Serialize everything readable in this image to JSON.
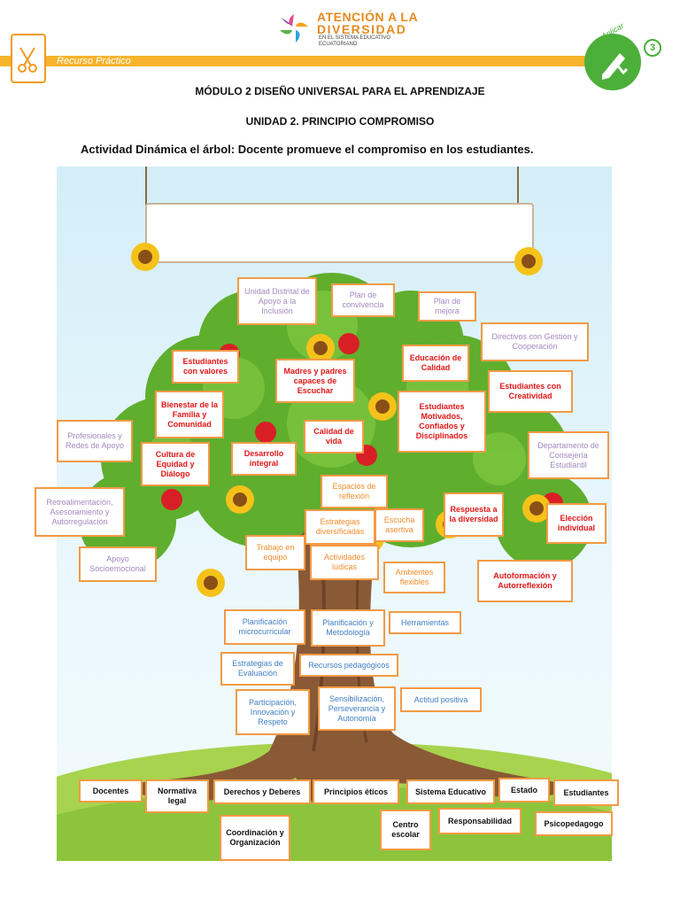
{
  "header": {
    "logo_line1": "ATENCIÓN A LA",
    "logo_line2": "DIVERSIDAD",
    "logo_sub": "EN EL SISTEMA EDUCATIVO ECUATORIANO",
    "band_label": "Recurso Práctico",
    "badge_label": "Aplicar",
    "badge_number": "3"
  },
  "titles": {
    "module": "MÓDULO 2 DISEÑO UNIVERSAL PARA EL APRENDIZAJE",
    "unit": "UNIDAD 2. PRINCIPIO COMPROMISO",
    "activity": "Actividad Dinámica el árbol: Docente promueve el compromiso en los estudiantes."
  },
  "tree_labels": {
    "unidad_distrital": "Unidad Distrital de Apoyo a la Inclusión",
    "plan_convivencia": "Plan de convivencia",
    "plan_mejora": "Plan de mejora",
    "directivos": "Directivos con Gestión y Cooperación",
    "estudiantes_valores": "Estudiantes con valores",
    "madres_padres": "Madres y padres capaces de Escuchar",
    "educacion_calidad": "Educación de Calidad",
    "estudiantes_creatividad": "Estudiantes con Creatividad",
    "bienestar": "Bienestar de la Familia y Comunidad",
    "estudiantes_motivados": "Estudiantes Motivados, Confiados y Disciplinados",
    "calidad_vida": "Calidad de vida",
    "profesionales": "Profesionales y Redes de Apoyo",
    "cultura_equidad": "Cultura de Equidad y Diálogo",
    "desarrollo_integral": "Desarrollo integral",
    "departamento": "Departamento de Consejería Estudiantil",
    "espacios_reflexion": "Espacios de reflexión",
    "retroalimentacion": "Retroalimentación, Asesoramiento y Autorregulación",
    "respuesta_diversidad": "Respuesta a la diversidad",
    "eleccion_individual": "Elección individual",
    "estrategias_diversificadas": "Estrategias diversificadas",
    "escucha_asertiva": "Escucha asertiva",
    "trabajo_equipo": "Trabajo en equipo",
    "actividades_ludicas": "Actividades lúdicas",
    "apoyo_socioemocional": "Apoyo Socioemocional",
    "ambientes_flexibles": "Ambientes flexibles",
    "autoformacion": "Autoformación y Autorreflexión",
    "planificacion_micro": "Planificación microcurricular",
    "planificacion_metodologia": "Planificación y Metodología",
    "herramientas": "Herramientas",
    "estrategias_evaluacion": "Estrategias de Evaluación",
    "recursos_pedagogicos": "Recursos pedagógicos",
    "participacion": "Participación, Innovación y Respeto",
    "sensibilizacion": "Sensibilización, Perseverancia y Autonomía",
    "actitud_positiva": "Actitud positiva",
    "docentes": "Docentes",
    "normativa_legal": "Normativa legal",
    "derechos_deberes": "Derechos y Deberes",
    "principios_eticos": "Principios éticos",
    "sistema_educativo": "Sistema Educativo",
    "estado": "Estado",
    "estudiantes": "Estudiantes",
    "coordinacion": "Coordinación y Organización",
    "centro_escolar": "Centro escolar",
    "responsabilidad": "Responsabilidad",
    "psicopedagogo": "Psicopedagogo"
  },
  "colors": {
    "border": "#f29a45",
    "purple_text": "#a08ac0",
    "red_text": "#e01616",
    "orange_text": "#f08c2c",
    "blue_text": "#3f7fc4",
    "black_text": "#111111",
    "header_band": "#f7b32b",
    "badge": "#4caf3a"
  }
}
